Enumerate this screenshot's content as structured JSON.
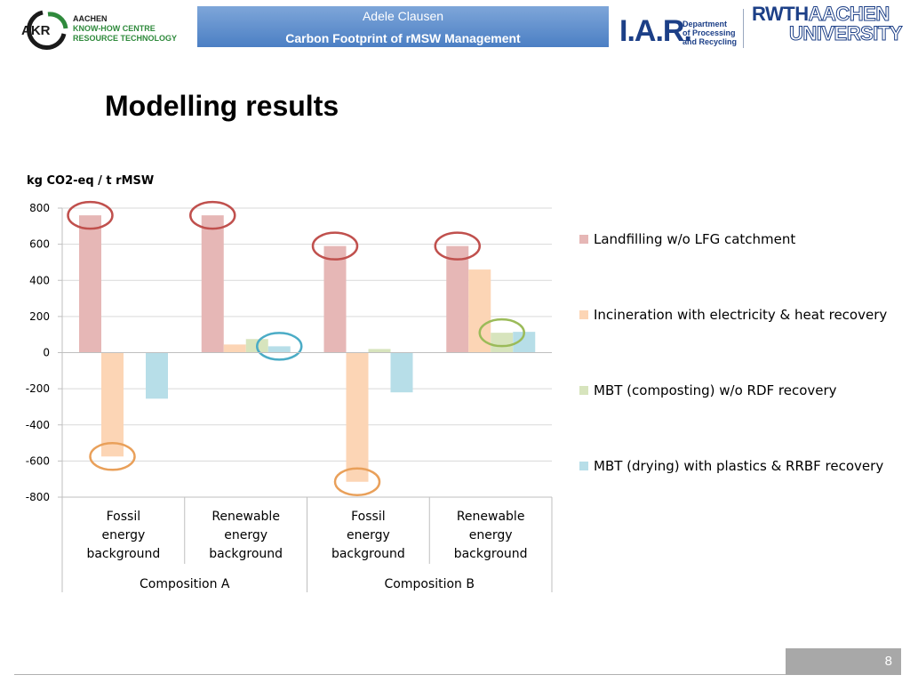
{
  "header": {
    "logo_text": [
      "AACHEN",
      "KNOW-HOW CENTRE",
      "RESOURCE TECHNOLOGY"
    ],
    "logo_mark": "AKR",
    "author": "Adele Clausen",
    "talk_title": "Carbon Footprint of rMSW Management",
    "iar_logo": "I.A.R.",
    "iar_department": [
      "Department",
      "of Processing",
      "and Recycling"
    ],
    "university_logo": [
      "RWTH",
      "AACHEN",
      "UNIVERSITY"
    ]
  },
  "slide_title": "Modelling results",
  "chart_data": {
    "type": "bar",
    "ylabel": "kg CO2-eq / t rMSW",
    "ylim": [
      -800,
      800
    ],
    "yticks": [
      -800,
      -600,
      -400,
      -200,
      0,
      200,
      400,
      600,
      800
    ],
    "categories": [
      {
        "label": [
          "Fossil",
          "energy",
          "background"
        ],
        "group": "Composition A"
      },
      {
        "label": [
          "Renewable",
          "energy",
          "background"
        ],
        "group": "Composition A"
      },
      {
        "label": [
          "Fossil",
          "energy",
          "background"
        ],
        "group": "Composition B"
      },
      {
        "label": [
          "Renewable",
          "energy",
          "background"
        ],
        "group": "Composition B"
      }
    ],
    "groups": [
      "Composition A",
      "Composition B"
    ],
    "series": [
      {
        "name": "Landfilling w/o  LFG catchment",
        "color": "#e6b7b6",
        "values": [
          760,
          760,
          590,
          590
        ]
      },
      {
        "name": "Incineration with electricity  & heat recovery",
        "color": "#fcd5b5",
        "values": [
          -575,
          45,
          -715,
          460
        ]
      },
      {
        "name": "MBT (composting) w/o RDF recovery",
        "color": "#d7e4bd",
        "values": [
          0,
          75,
          20,
          110
        ]
      },
      {
        "name": "MBT (drying) with plastics & RRBF recovery",
        "color": "#b7dee8",
        "values": [
          -255,
          35,
          -220,
          115
        ]
      }
    ],
    "highlights": [
      {
        "category": 0,
        "series": 0,
        "color": "#c0504d"
      },
      {
        "category": 1,
        "series": 0,
        "color": "#c0504d"
      },
      {
        "category": 2,
        "series": 0,
        "color": "#c0504d"
      },
      {
        "category": 3,
        "series": 0,
        "color": "#c0504d"
      },
      {
        "category": 0,
        "series": 1,
        "color": "#e9a05a"
      },
      {
        "category": 2,
        "series": 1,
        "color": "#e9a05a"
      },
      {
        "category": 1,
        "series": 3,
        "color": "#4bacc6"
      },
      {
        "category": 3,
        "series": 2,
        "color": "#9bbb59"
      }
    ],
    "grid": true,
    "legend": "right"
  },
  "footer": {
    "page_number": "8"
  }
}
